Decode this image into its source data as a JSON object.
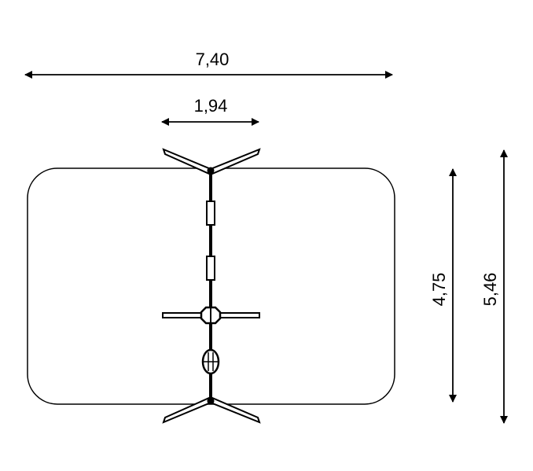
{
  "dimensions": {
    "total_width": "7,40",
    "equipment_width": "1,94",
    "equipment_length": "4,75",
    "total_length": "5,46"
  },
  "colors": {
    "line": "#000000",
    "background": "#ffffff"
  }
}
